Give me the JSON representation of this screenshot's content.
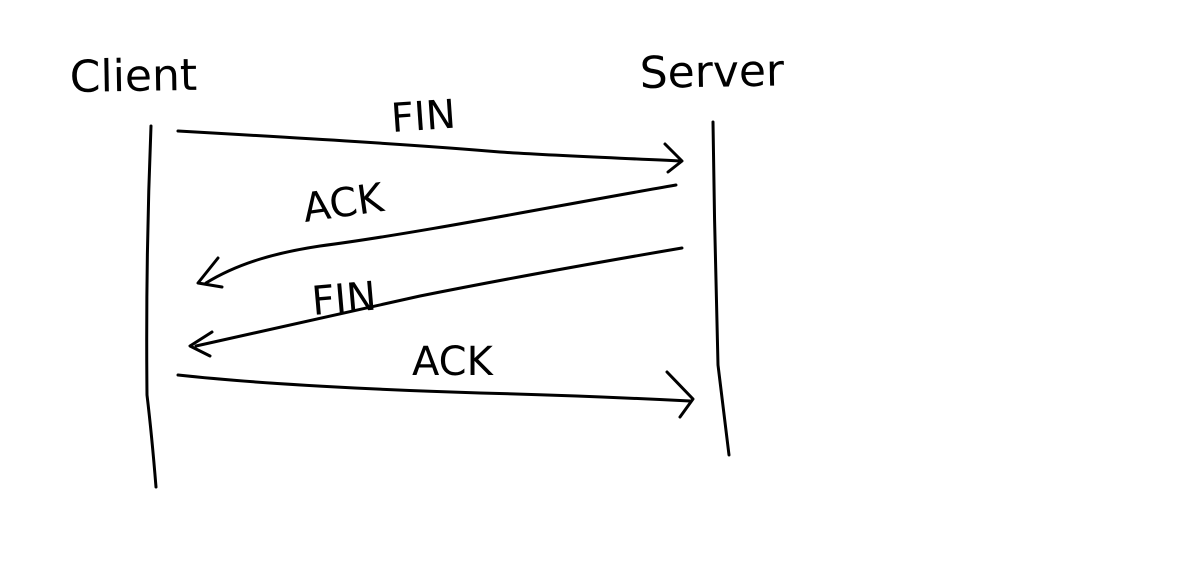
{
  "participants": {
    "client": {
      "label": "Client"
    },
    "server": {
      "label": "Server"
    }
  },
  "messages": [
    {
      "label": "FIN",
      "from": "client",
      "to": "server"
    },
    {
      "label": "ACK",
      "from": "server",
      "to": "client"
    },
    {
      "label": "FIN",
      "from": "server",
      "to": "client"
    },
    {
      "label": "ACK",
      "from": "client",
      "to": "server"
    }
  ],
  "colors": {
    "ink": "#000000",
    "background": "#ffffff"
  }
}
